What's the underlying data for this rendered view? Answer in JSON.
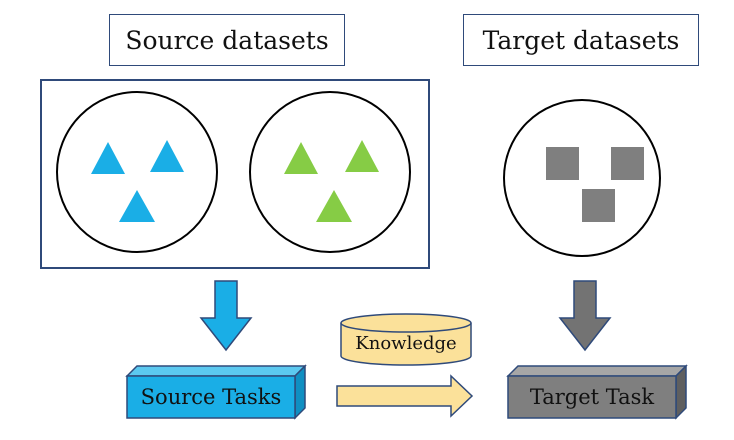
{
  "labels": {
    "source_datasets": "Source datasets",
    "target_datasets": "Target datasets",
    "knowledge": "Knowledge",
    "source_tasks": "Source Tasks",
    "target_task": "Target Task"
  },
  "colors": {
    "frame_border": "#2f4a7a",
    "source_triangles_1": "#1aaee6",
    "source_triangles_2": "#86cc45",
    "target_squares": "#7f7f7f",
    "source_arrow": "#1aaee6",
    "target_arrow": "#737373",
    "knowledge_cylinder": "#fbe19a",
    "knowledge_arrow": "#fbe19a",
    "source_task_box": "#1aaee6",
    "target_task_box": "#7f7f7f"
  }
}
